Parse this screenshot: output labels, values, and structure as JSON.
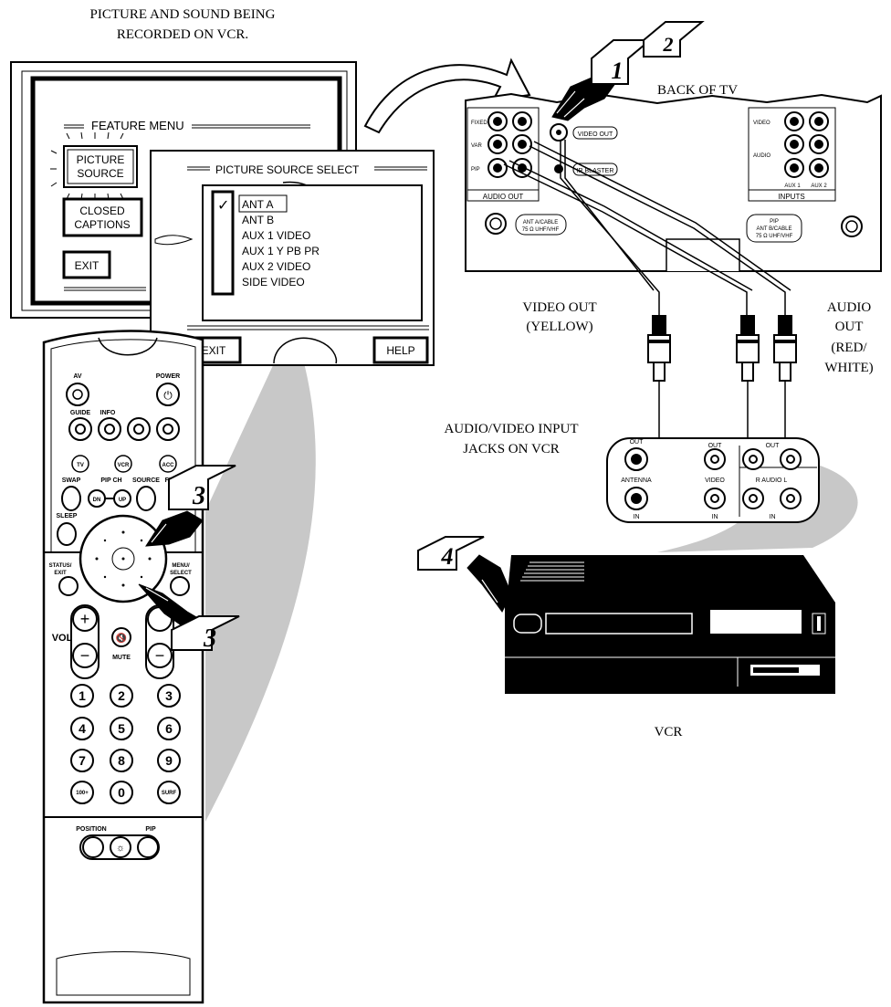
{
  "captions": {
    "top_line1": "PICTURE AND SOUND BEING",
    "top_line2": "RECORDED ON VCR.",
    "back_of_tv": "BACK OF TV",
    "video_out_line1": "VIDEO OUT",
    "video_out_line2": "(YELLOW)",
    "audio_out_line1": "AUDIO",
    "audio_out_line2": "OUT",
    "audio_out_line3": "(RED/",
    "audio_out_line4": "WHITE)",
    "av_input_line1": "AUDIO/VIDEO INPUT",
    "av_input_line2": "JACKS ON VCR",
    "vcr": "VCR"
  },
  "steps": [
    "1",
    "2",
    "3",
    "3",
    "4"
  ],
  "feature_menu": {
    "title": "FEATURE MENU",
    "picture_source": [
      "PICTURE",
      "SOURCE"
    ],
    "closed_captions": [
      "CLOSED",
      "CAPTIONS"
    ],
    "exit": "EXIT"
  },
  "source_select": {
    "title": "PICTURE SOURCE SELECT",
    "items": [
      "ANT A",
      "ANT B",
      "AUX 1 VIDEO",
      "AUX 1 Y PB PR",
      "AUX 2 VIDEO",
      "SIDE VIDEO"
    ],
    "selected": "ANT A",
    "exit": "EXIT",
    "help": "HELP"
  },
  "tv_back": {
    "fixed": "FIXED",
    "var": "VAR",
    "pip": "PIP",
    "audio_out": "AUDIO OUT",
    "video_out": "VIDEO OUT",
    "ir_blaster": "IR BLASTER",
    "ant_a": [
      "ANT A/CABLE",
      "75 Ω UHF/VHF"
    ],
    "video": "VIDEO",
    "audio": "AUDIO",
    "aux1": "AUX 1",
    "aux2": "AUX 2",
    "inputs": "INPUTS",
    "pip_ant": [
      "PIP",
      "ANT B/CABLE",
      "75 Ω UHF/VHF"
    ]
  },
  "vcr_jacks": {
    "out": "OUT",
    "antenna": "ANTENNA",
    "in": "IN",
    "video": "VIDEO",
    "audio": "R  AUDIO  L"
  },
  "remote": {
    "av": "AV",
    "power": "POWER",
    "guide": "GUIDE",
    "info": "INFO",
    "tv": "TV",
    "vcr": "VCR",
    "acc": "ACC",
    "swap": "SWAP",
    "pip_ch": "PIP CH",
    "source": "SOURCE",
    "freeze": "FREE",
    "dn": "DN",
    "up": "UP",
    "sleep": "SLEEP",
    "status_exit": [
      "STATUS/",
      "EXIT"
    ],
    "menu_select": [
      "MENU/",
      "SELECT"
    ],
    "vol": "VOL",
    "mute": "MUTE",
    "digits": [
      "1",
      "2",
      "3",
      "4",
      "5",
      "6",
      "7",
      "8",
      "9",
      "100+",
      "0",
      "SURF"
    ],
    "position": "POSITION",
    "pip": "PIP"
  }
}
